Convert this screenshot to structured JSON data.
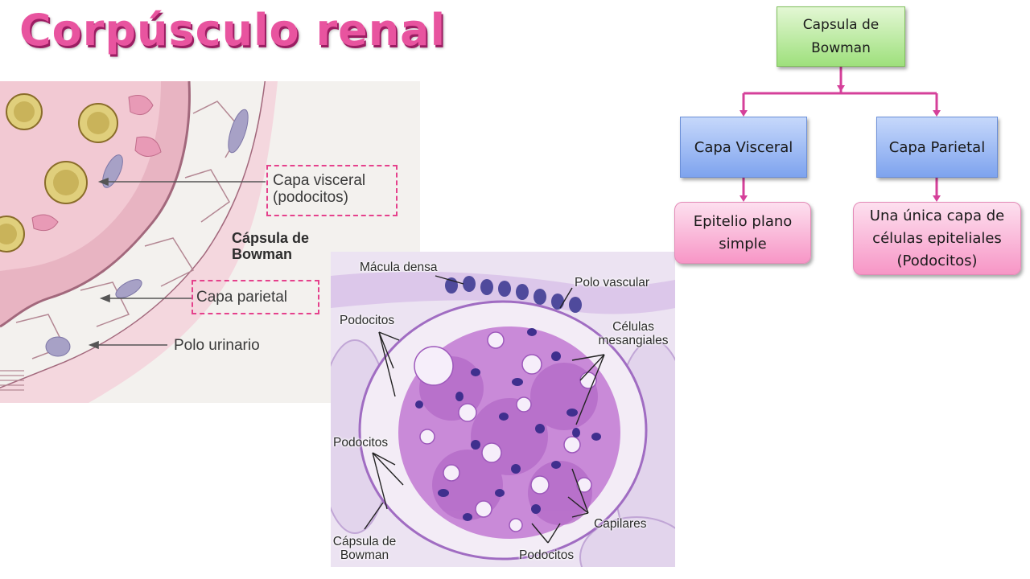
{
  "slide": {
    "title": "Corpúsculo renal"
  },
  "schematic": {
    "labels": {
      "visceral_line1": "Capa visceral",
      "visceral_line2": "(podocitos)",
      "capsule_line1": "Cápsula de",
      "capsule_line2": "Bowman",
      "parietal": "Capa parietal",
      "urinary_pole": "Polo urinario"
    }
  },
  "micrograph": {
    "labels": {
      "macula_densa": "Mácula densa",
      "vascular_pole": "Polo vascular",
      "podocytes_top": "Podocitos",
      "mesangial_line1": "Células",
      "mesangial_line2": "mesangiales",
      "podocytes_left": "Podocitos",
      "capillaries": "Capilares",
      "capsule_line1": "Cápsula de",
      "capsule_line2": "Bowman",
      "podocytes_bottom": "Podocitos"
    }
  },
  "flowchart": {
    "root": {
      "line1": "Capsula de",
      "line2": "Bowman"
    },
    "left": {
      "label": "Capa Visceral",
      "description_line1": "Epitelio plano",
      "description_line2": "simple"
    },
    "right": {
      "label": "Capa Parietal",
      "description_line1": "Una única capa de",
      "description_line2": "células epiteliales",
      "description_line3": "(Podocitos)"
    },
    "connector_color": "#d5409a"
  }
}
